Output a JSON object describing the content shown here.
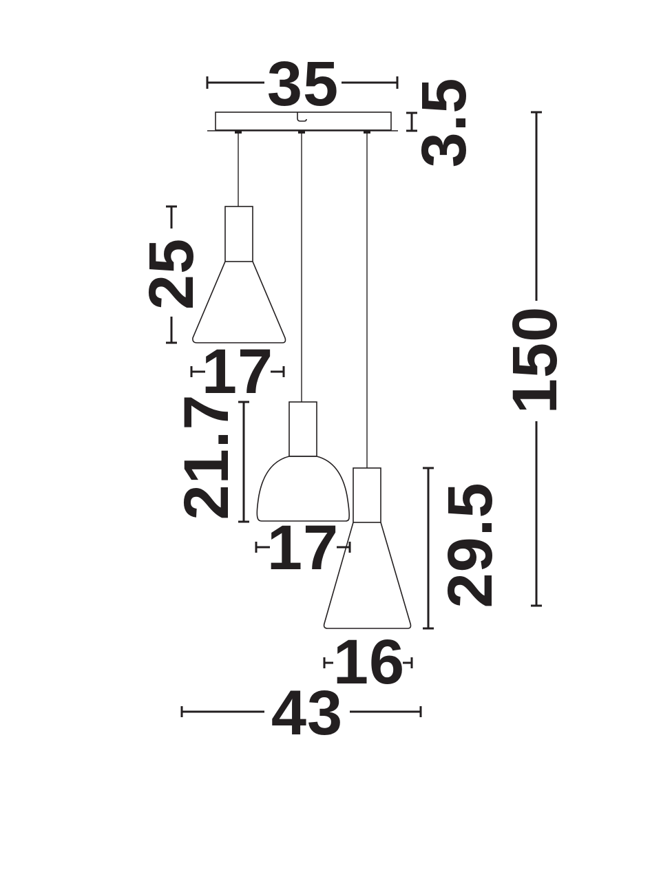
{
  "diagram": {
    "line_color": "#231f20",
    "background": "#ffffff",
    "dimensions": {
      "canopy_width": "35",
      "canopy_height": "3.5",
      "total_height": "150",
      "total_width": "43",
      "shade_a_height": "25",
      "shade_a_width": "17",
      "shade_b_height": "21.7",
      "shade_b_width": "17",
      "shade_c_height": "29.5",
      "shade_c_width": "16"
    }
  }
}
